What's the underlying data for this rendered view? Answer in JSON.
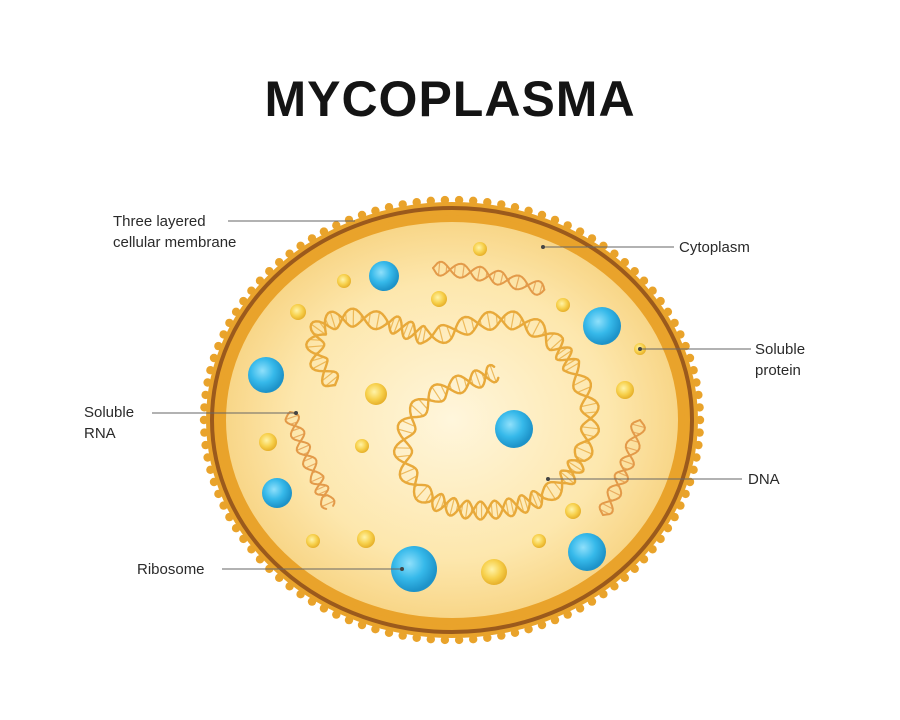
{
  "title": "MYCOPLASMA",
  "labels": {
    "membrane": [
      "Three layered",
      "cellular membrane"
    ],
    "cytoplasm": "Cytoplasm",
    "soluble_protein": [
      "Soluble",
      "protein"
    ],
    "soluble_rna": [
      "Soluble",
      "RNA"
    ],
    "dna": "DNA",
    "ribosome": "Ribosome"
  },
  "colors": {
    "membrane_outer": "#e9a32b",
    "membrane_band": "#9b5a1c",
    "cytoplasm_edge": "#f9d98b",
    "cytoplasm_center": "#fff5d8",
    "ribosome": "#31b3e6",
    "protein": "#f5c842",
    "dna": "#e8a93a",
    "rna": "#e39a49",
    "leader_line": "#666666"
  }
}
